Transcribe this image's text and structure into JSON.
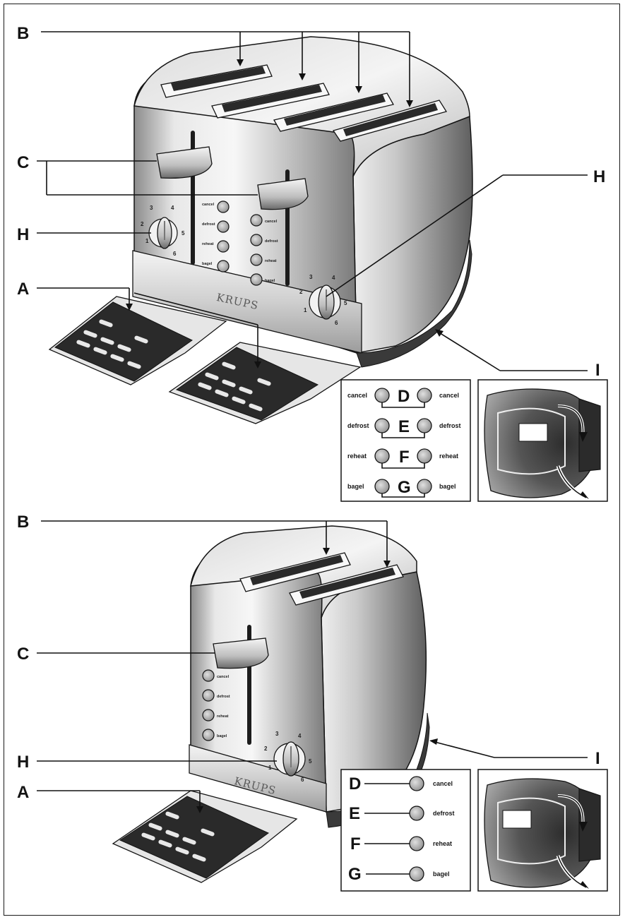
{
  "callouts": {
    "A": "A",
    "B": "B",
    "C": "C",
    "D": "D",
    "E": "E",
    "F": "F",
    "G": "G",
    "H": "H",
    "I": "I"
  },
  "buttons": {
    "cancel": "cancel",
    "defrost": "defrost",
    "reheat": "reheat",
    "bagel": "bagel"
  },
  "brand": "KRUPS",
  "dial_numbers": [
    "1",
    "2",
    "3",
    "4",
    "5",
    "6"
  ],
  "colors": {
    "outline": "#141414",
    "steel_light": "#f2f2f2",
    "steel_dark": "#6e6e6e",
    "tray_dark": "#2a2a2a"
  }
}
